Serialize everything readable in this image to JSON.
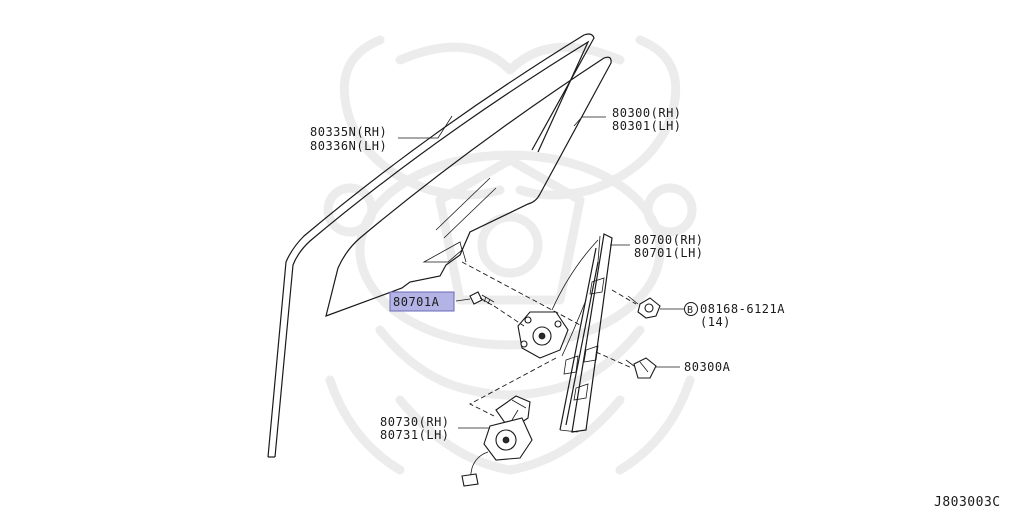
{
  "labels": {
    "seal_rh": "80335N(RH)",
    "seal_lh": "80336N(LH)",
    "glass_rh": "80300(RH)",
    "glass_lh": "80301(LH)",
    "regulator_rh": "80700(RH)",
    "regulator_lh": "80701(LH)",
    "highlighted_part": "80701A",
    "bolt_marker": "B",
    "bolt_number": "08168-6121A",
    "bolt_qty": "(14)",
    "clip": "80300A",
    "motor_rh": "80730(RH)",
    "motor_lh": "80731(LH)"
  },
  "diagram_code": "J803003C",
  "colors": {
    "highlight": "#b3b3e6",
    "ink": "#1a1a1a"
  }
}
